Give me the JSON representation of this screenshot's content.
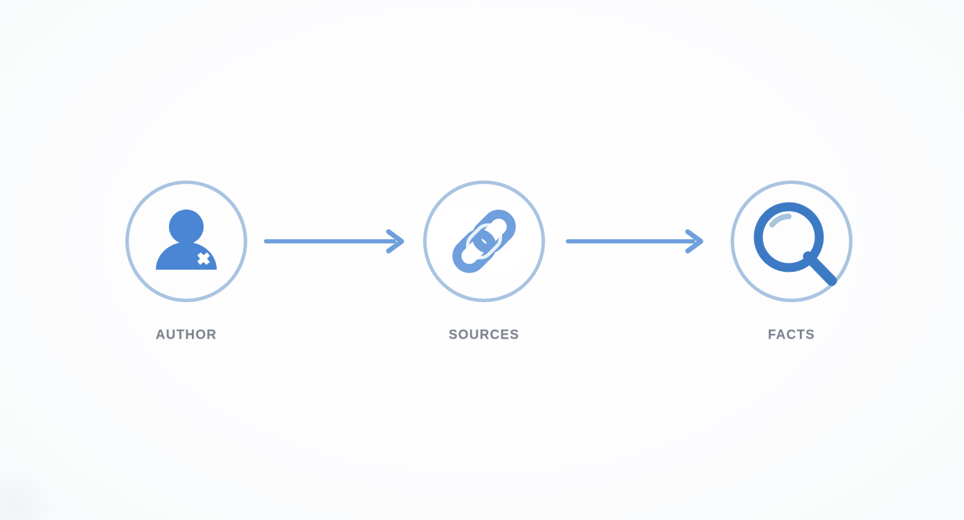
{
  "page": {
    "title": "Author Sources Facts flow",
    "background_color": "#fbfcfd"
  },
  "palette": {
    "ring_stroke": "#a9c4e1",
    "icon_blue": "#4a86d4",
    "icon_blue_light": "#6f9fdc",
    "icon_blue_dark": "#3d7ac4",
    "arrow_color": "#6f9fdc",
    "label_color": "#7c838f"
  },
  "flow": {
    "nodes": [
      {
        "id": "author",
        "label": "Author",
        "icon": "person-icon",
        "icon_color": "#4a86d4"
      },
      {
        "id": "sources",
        "label": "Sources",
        "icon": "link-chain-icon",
        "icon_color": "#6f9fdc"
      },
      {
        "id": "facts",
        "label": "Facts",
        "icon": "magnifier-icon",
        "icon_color": "#3d7ac4"
      }
    ],
    "connectors": [
      {
        "id": "author-to-sources",
        "icon": "arrow-right-icon",
        "color": "#6f9fdc"
      },
      {
        "id": "sources-to-facts",
        "icon": "arrow-right-icon",
        "color": "#6f9fdc"
      }
    ]
  }
}
